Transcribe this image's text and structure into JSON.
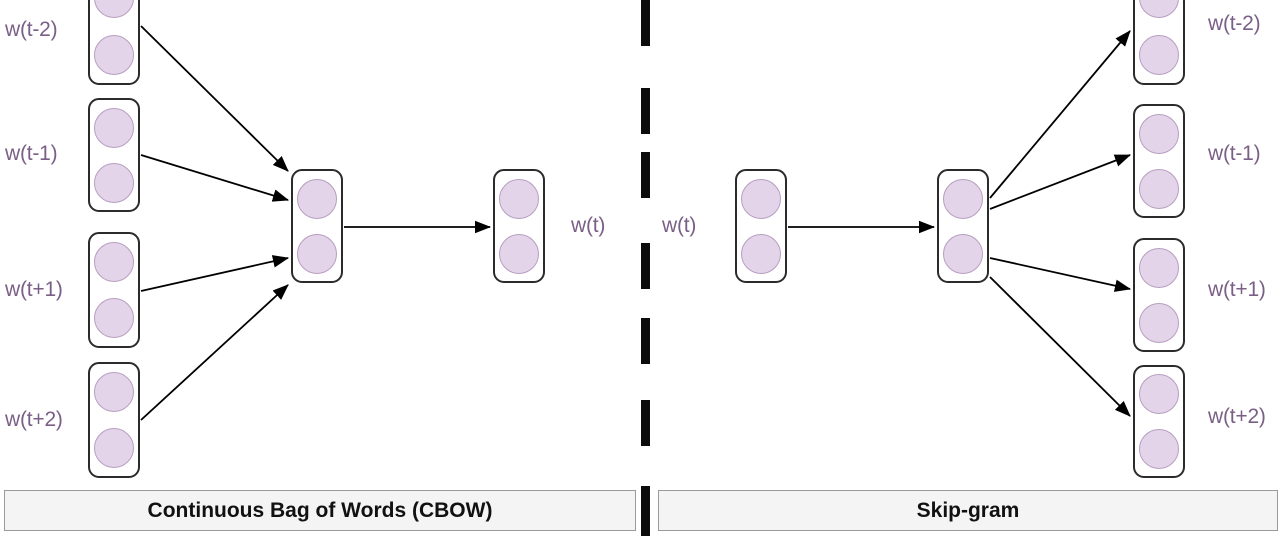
{
  "diagram": {
    "title_left": "Continuous Bag of Words (CBOW)",
    "title_right": "Skip-gram",
    "neuron_fill": "#e4d4e9",
    "neuron_stroke": "#b79ec0",
    "box_stroke": "#2b2b2b",
    "label_color": "#7a5f86",
    "arrow_color": "#000000",
    "caption_bg": "#f4f4f4",
    "caption_border": "#9a9a9a",
    "divider_color": "#0b0b0b"
  },
  "cbow": {
    "name": "Continuous Bag of Words (CBOW)",
    "input_labels": [
      "w(t-2)",
      "w(t-1)",
      "w(t+1)",
      "w(t+2)"
    ],
    "output_label": "w(t)",
    "layers": [
      "input",
      "hidden",
      "output"
    ],
    "neurons_per_box": 2,
    "direction": "context-to-target"
  },
  "skipgram": {
    "name": "Skip-gram",
    "input_label": "w(t)",
    "output_labels": [
      "w(t-2)",
      "w(t-1)",
      "w(t+1)",
      "w(t+2)"
    ],
    "layers": [
      "input",
      "hidden",
      "output"
    ],
    "neurons_per_box": 2,
    "direction": "target-to-context"
  }
}
